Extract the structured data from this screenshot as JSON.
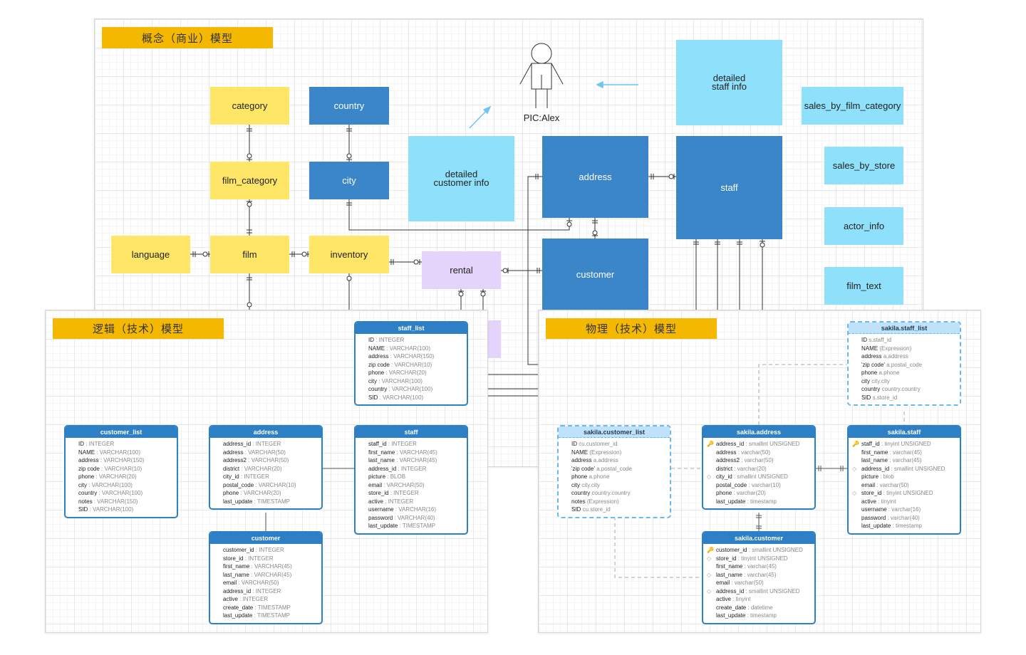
{
  "panels": {
    "conceptual": {
      "title": "概念（商业）模型"
    },
    "logical": {
      "title": "逻辑（技术）模型"
    },
    "physical": {
      "title": "物理（技术）模型"
    }
  },
  "actor": {
    "label": "PIC:Alex"
  },
  "conceptual": {
    "category": "category",
    "country": "country",
    "film_category": "film_category",
    "city": "city",
    "language": "language",
    "film": "film",
    "inventory": "inventory",
    "rental": "rental",
    "detailed_customer_info": "detailed\ncustomer info",
    "address": "address",
    "customer": "customer",
    "detailed_staff_info": "detailed\nstaff info",
    "staff": "staff",
    "sales_by_film_category": "sales_by_film_category",
    "sales_by_store": "sales_by_store",
    "actor_info": "actor_info",
    "film_text": "film_text"
  },
  "logical_tables": [
    {
      "id": "staff_list",
      "title": "staff_list",
      "rows": [
        [
          "ID",
          "INTEGER"
        ],
        [
          "NAME",
          "VARCHAR(100)"
        ],
        [
          "address",
          "VARCHAR(150)"
        ],
        [
          "zip code",
          "VARCHAR(10)"
        ],
        [
          "phone",
          "VARCHAR(20)"
        ],
        [
          "city",
          "VARCHAR(100)"
        ],
        [
          "country",
          "VARCHAR(100)"
        ],
        [
          "SID",
          "VARCHAR(100)"
        ]
      ]
    },
    {
      "id": "customer_list",
      "title": "customer_list",
      "rows": [
        [
          "ID",
          "INTEGER"
        ],
        [
          "NAME",
          "VARCHAR(100)"
        ],
        [
          "address",
          "VARCHAR(150)"
        ],
        [
          "zip code",
          "VARCHAR(10)"
        ],
        [
          "phone",
          "VARCHAR(20)"
        ],
        [
          "city",
          "VARCHAR(100)"
        ],
        [
          "country",
          "VARCHAR(100)"
        ],
        [
          "notes",
          "VARCHAR(150)"
        ],
        [
          "SID",
          "VARCHAR(100)"
        ]
      ]
    },
    {
      "id": "address",
      "title": "address",
      "rows": [
        [
          "address_id",
          "INTEGER"
        ],
        [
          "address",
          "VARCHAR(50)"
        ],
        [
          "address2",
          "VARCHAR(50)"
        ],
        [
          "district",
          "VARCHAR(20)"
        ],
        [
          "city_id",
          "INTEGER"
        ],
        [
          "postal_code",
          "VARCHAR(10)"
        ],
        [
          "phone",
          "VARCHAR(20)"
        ],
        [
          "last_update",
          "TIMESTAMP"
        ]
      ]
    },
    {
      "id": "staff",
      "title": "staff",
      "rows": [
        [
          "staff_id",
          "INTEGER"
        ],
        [
          "first_name",
          "VARCHAR(45)"
        ],
        [
          "last_name",
          "VARCHAR(45)"
        ],
        [
          "address_id",
          "INTEGER"
        ],
        [
          "picture",
          "BLOB"
        ],
        [
          "email",
          "VARCHAR(50)"
        ],
        [
          "store_id",
          "INTEGER"
        ],
        [
          "active",
          "INTEGER"
        ],
        [
          "username",
          "VARCHAR(16)"
        ],
        [
          "password",
          "VARCHAR(40)"
        ],
        [
          "last_update",
          "TIMESTAMP"
        ]
      ]
    },
    {
      "id": "customer",
      "title": "customer",
      "rows": [
        [
          "customer_id",
          "INTEGER"
        ],
        [
          "store_id",
          "INTEGER"
        ],
        [
          "first_name",
          "VARCHAR(45)"
        ],
        [
          "last_name",
          "VARCHAR(45)"
        ],
        [
          "email",
          "VARCHAR(50)"
        ],
        [
          "address_id",
          "INTEGER"
        ],
        [
          "active",
          "INTEGER"
        ],
        [
          "create_date",
          "TIMESTAMP"
        ],
        [
          "last_update",
          "TIMESTAMP"
        ]
      ]
    }
  ],
  "physical_tables": [
    {
      "id": "p_staff_list",
      "title": "sakila.staff_list",
      "rows": [
        [
          "ID",
          "s.staff_id",
          ""
        ],
        [
          "NAME",
          "(Expression)",
          ""
        ],
        [
          "address",
          "a.address",
          ""
        ],
        [
          "'zip code'",
          "a.postal_code",
          ""
        ],
        [
          "phone",
          "a.phone",
          ""
        ],
        [
          "city",
          "city.city",
          ""
        ],
        [
          "country",
          "country.country",
          ""
        ],
        [
          "SID",
          "s.store_id",
          ""
        ]
      ]
    },
    {
      "id": "p_customer_list",
      "title": "sakila.customer_list",
      "rows": [
        [
          "ID",
          "cu.customer_id",
          ""
        ],
        [
          "NAME",
          "(Expression)",
          ""
        ],
        [
          "address",
          "a.address",
          ""
        ],
        [
          "'zip code'",
          "a.postal_code",
          ""
        ],
        [
          "phone",
          "a.phone",
          ""
        ],
        [
          "city",
          "city.city",
          ""
        ],
        [
          "country",
          "country.country",
          ""
        ],
        [
          "notes",
          "(Expression)",
          ""
        ],
        [
          "SID",
          "cu.store_id",
          ""
        ]
      ]
    },
    {
      "id": "p_address",
      "title": "sakila.address",
      "rows": [
        [
          "address_id",
          "smallint UNSIGNED",
          "pk"
        ],
        [
          "address",
          "varchar(50)",
          ""
        ],
        [
          "address2",
          "varchar(50)",
          ""
        ],
        [
          "district",
          "varchar(20)",
          ""
        ],
        [
          "city_id",
          "smallint UNSIGNED",
          "fk"
        ],
        [
          "postal_code",
          "varchar(10)",
          ""
        ],
        [
          "phone",
          "varchar(20)",
          ""
        ],
        [
          "last_update",
          "timestamp",
          ""
        ]
      ]
    },
    {
      "id": "p_staff",
      "title": "sakila.staff",
      "rows": [
        [
          "staff_id",
          "tinyint UNSIGNED",
          "pk"
        ],
        [
          "first_name",
          "varchar(45)",
          ""
        ],
        [
          "last_name",
          "varchar(45)",
          ""
        ],
        [
          "address_id",
          "smallint UNSIGNED",
          "fk"
        ],
        [
          "picture",
          "blob",
          ""
        ],
        [
          "email",
          "varchar(50)",
          ""
        ],
        [
          "store_id",
          "tinyint UNSIGNED",
          "fk"
        ],
        [
          "active",
          "tinyint",
          ""
        ],
        [
          "username",
          "varchar(16)",
          ""
        ],
        [
          "password",
          "varchar(40)",
          ""
        ],
        [
          "last_update",
          "timestamp",
          ""
        ]
      ]
    },
    {
      "id": "p_customer",
      "title": "sakila.customer",
      "rows": [
        [
          "customer_id",
          "smallint UNSIGNED",
          "pk"
        ],
        [
          "store_id",
          "tinyint UNSIGNED",
          "fk"
        ],
        [
          "first_name",
          "varchar(45)",
          ""
        ],
        [
          "last_name",
          "varchar(45)",
          "fk"
        ],
        [
          "email",
          "varchar(50)",
          ""
        ],
        [
          "address_id",
          "smallint UNSIGNED",
          "fk"
        ],
        [
          "active",
          "tinyint",
          ""
        ],
        [
          "create_date",
          "datetime",
          ""
        ],
        [
          "last_update",
          "timestamp",
          ""
        ]
      ]
    }
  ],
  "colors": {
    "yellow": "#ffe666",
    "blue": "#3a86c8",
    "lightblue": "#8fe0fb",
    "purple": "#e4d4fb",
    "title_bar": "#f5b800",
    "table_header": "#2d7fc6"
  }
}
